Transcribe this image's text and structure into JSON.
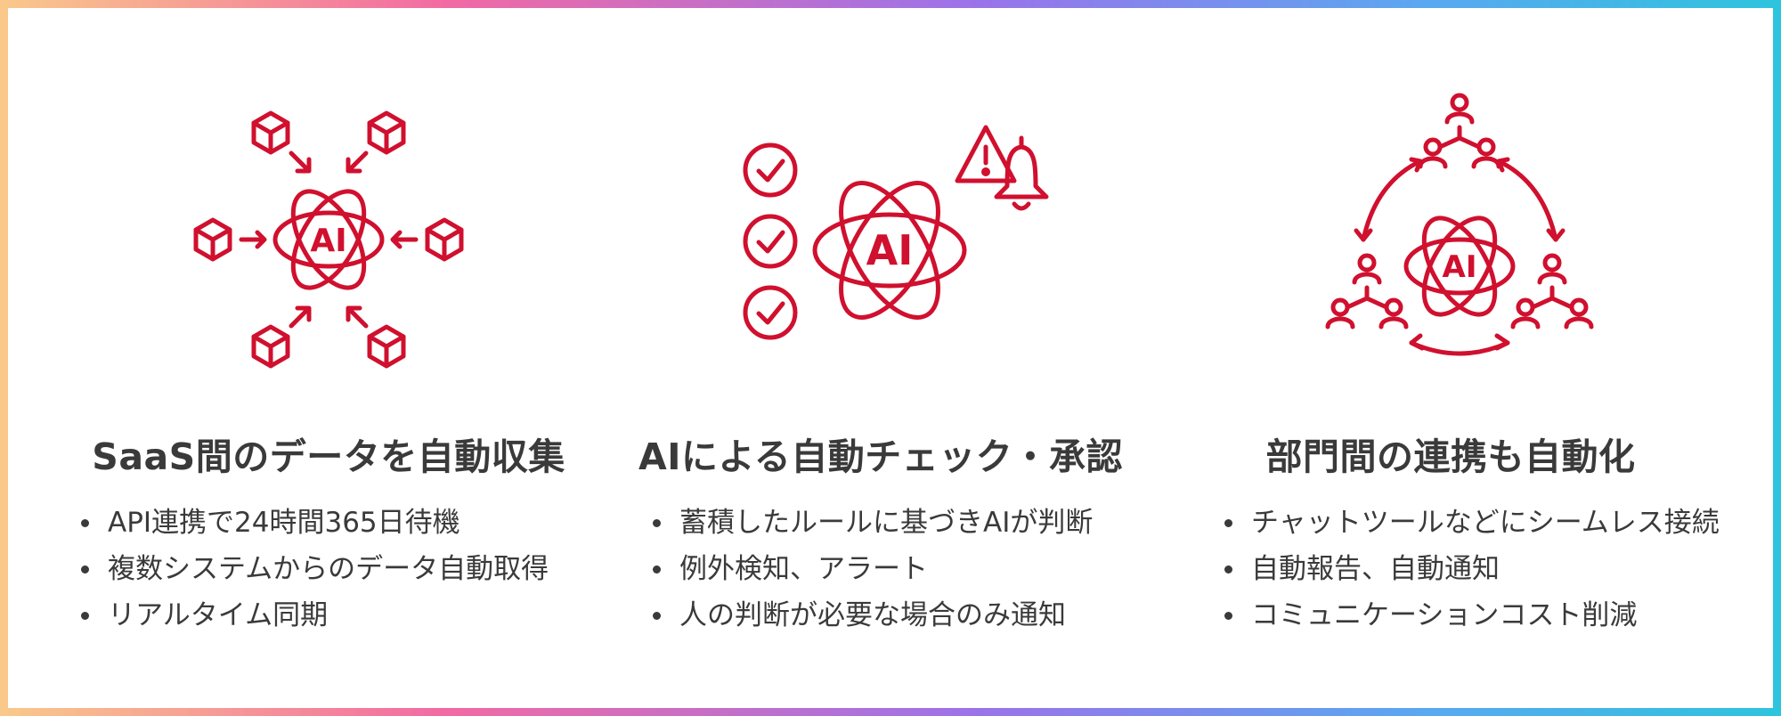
{
  "colors": {
    "accent": "#d0102e",
    "text": "#3a3a3a",
    "background": "#ffffff"
  },
  "sections": [
    {
      "icon": "ai-data-collection-icon",
      "ai_label": "AI",
      "title": "SaaS間のデータを自動収集",
      "bullets": [
        "API連携で24時間365日待機",
        "複数システムからのデータ自動取得",
        "リアルタイム同期"
      ]
    },
    {
      "icon": "ai-check-approval-icon",
      "ai_label": "AI",
      "title": "AIによる自動チェック・承認",
      "bullets": [
        "蓄積したルールに基づきAIが判断",
        "例外検知、アラート",
        "人の判断が必要な場合のみ通知"
      ]
    },
    {
      "icon": "ai-department-link-icon",
      "ai_label": "AI",
      "title": "部門間の連携も自動化",
      "bullets": [
        "チャットツールなどにシームレス接続",
        "自動報告、自動通知",
        "コミュニケーションコスト削減"
      ]
    }
  ]
}
